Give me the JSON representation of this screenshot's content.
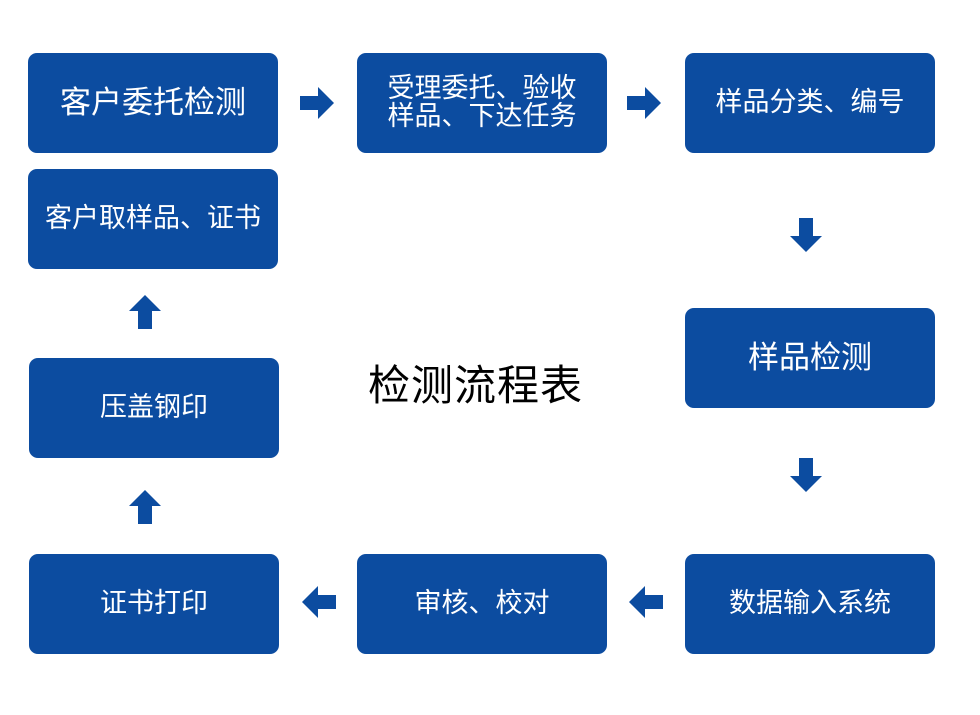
{
  "title": "检测流程表",
  "colors": {
    "box_fill": "#0c4ca0",
    "box_text": "#ffffff",
    "arrow": "#0c4ca0",
    "title_text": "#000000"
  },
  "steps": {
    "client_entrust": "客户委托检测",
    "accept_entrust": "受理委托、验收\n样品、下达任务",
    "sample_classify": "样品分类、编号",
    "sample_test": "样品检测",
    "data_entry": "数据输入系统",
    "review": "审核、校对",
    "cert_print": "证书打印",
    "seal": "压盖钢印",
    "client_pickup": "客户取样品、证书"
  },
  "arrows": [
    {
      "from": "client_entrust",
      "to": "accept_entrust",
      "direction": "right"
    },
    {
      "from": "accept_entrust",
      "to": "sample_classify",
      "direction": "right"
    },
    {
      "from": "sample_classify",
      "to": "sample_test",
      "direction": "down"
    },
    {
      "from": "sample_test",
      "to": "data_entry",
      "direction": "down"
    },
    {
      "from": "data_entry",
      "to": "review",
      "direction": "left"
    },
    {
      "from": "review",
      "to": "cert_print",
      "direction": "left"
    },
    {
      "from": "cert_print",
      "to": "seal",
      "direction": "up"
    },
    {
      "from": "seal",
      "to": "client_pickup",
      "direction": "up"
    }
  ]
}
